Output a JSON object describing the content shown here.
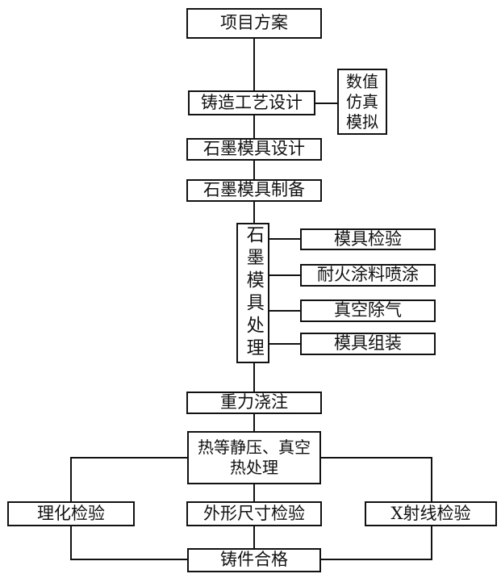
{
  "nodes": {
    "project_plan": "项目方案",
    "casting_design": "铸造工艺设计",
    "numerical_sim": "数值\n仿真\n模拟",
    "mold_design": "石墨模具设计",
    "mold_manufacture": "石墨模具制备",
    "mold_processing": "石墨模具处理",
    "mold_inspection": "模具检验",
    "refractory_coating": "耐火涂料喷涂",
    "vacuum_degas": "真空除气",
    "mold_assembly": "模具组装",
    "gravity_pouring": "重力浇注",
    "hip_vacuum_heat": "热等静压、真空\n热处理",
    "physchem_test": "理化检验",
    "dimension_check": "外形尺寸检验",
    "xray_check": "X射线检验",
    "casting_qualified": "铸件合格"
  },
  "colors": {
    "line": "#111111",
    "box_border": "#111111",
    "background": "#ffffff"
  }
}
